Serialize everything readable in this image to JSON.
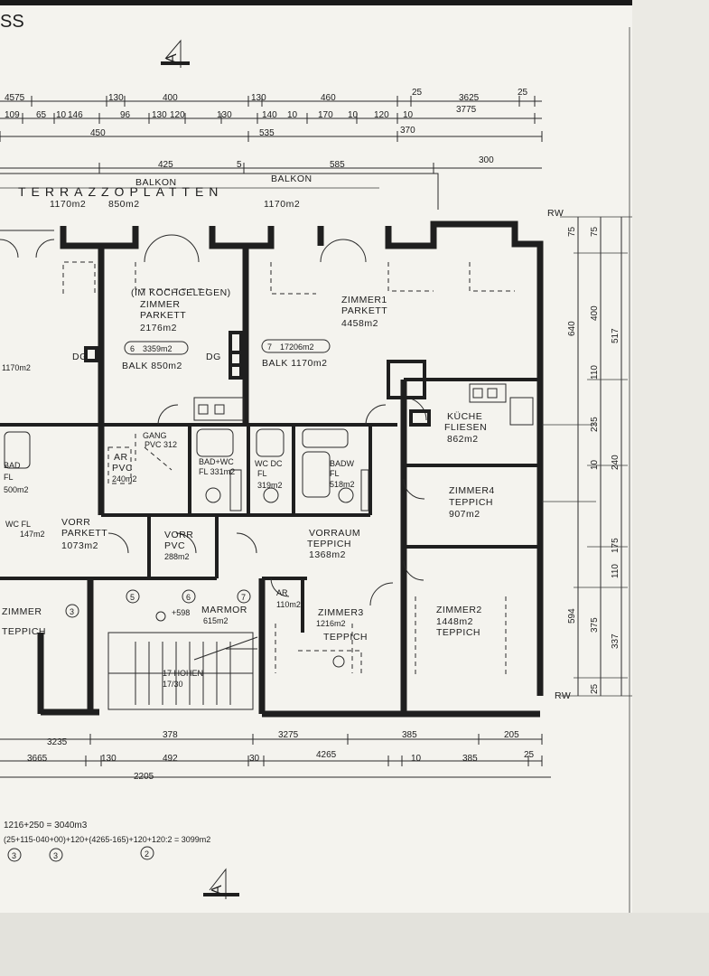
{
  "header": {
    "corner_text": "SS"
  },
  "rooms": {
    "balkon_left": "BALKON",
    "balkon_right": "BALKON",
    "terrazzo": "TERRAZZOPLATTEN",
    "terr_area1": "1170m2",
    "terr_area2": "850m2",
    "terr_area3": "1170m2",
    "kochgelegen": "(IM KOCHGELEGEN)",
    "zimmer_parkett_label": "ZIMMER",
    "zimmer_parkett_floor": "PARKETT",
    "zimmer_parkett_area": "2176m2",
    "badge6": "6",
    "badge6_area": "3359m2",
    "balk850": "BALK 850m2",
    "zimmer1": "ZIMMER1",
    "zimmer1_floor": "PARKETT",
    "zimmer1_area": "4458m2",
    "badge7": "7",
    "badge7_area": "17206m2",
    "balk1170": "BALK 1170m2",
    "kueche": "KÜCHE",
    "kueche_floor": "FLIESEN",
    "kueche_area": "862m2",
    "zimmer4": "ZIMMER4",
    "zimmer4_floor": "TEPPICH",
    "zimmer4_area": "907m2",
    "gang": "GANG",
    "gang_area": "PVC 312",
    "ar_pvc": "AR",
    "ar_pvc2": "PVC",
    "ar_pvc_area": "240m2",
    "bad_wc": "BAD+WC",
    "bad_wc_area": "FL 331m2",
    "wc_dc": "WC DC",
    "wc_dc_fl": "FL",
    "wc_dc_area": "319m2",
    "badw": "BADW",
    "badw_fl": "FL",
    "badw_area": "518m2",
    "vorraum": "VORRAUM",
    "vorraum_floor": "TEPPICH",
    "vorraum_area": "1368m2",
    "vorr_pvc": "VORR",
    "vorr_pvc_floor": "PVC",
    "vorr_pvc_area": "288m2",
    "vorr_left": "VORR",
    "vorr_left_floor": "PARKETT",
    "vorr_left_area": "1073m2",
    "marmor": "MARMOR",
    "marmor_area": "615m2",
    "marmor_level": "+598",
    "ar_small": "AR",
    "ar_small_area": "110m2",
    "zimmer3": "ZIMMER3",
    "zimmer3_area": "1216m2",
    "zimmer3_floor": "TEPPICH",
    "zimmer2": "ZIMMER2",
    "zimmer2_area": "1448m2",
    "zimmer2_floor": "TEPPICH",
    "stairs": "17 HOHEN",
    "stairs2": "17/30",
    "dg1": "DG",
    "dg2": "DG",
    "rw_top": "RW",
    "rw_bottom": "RW",
    "bad_left": "BAD",
    "bad_left_fl": "FL",
    "bad_left_area": "500m2",
    "wc_left": "WC FL",
    "wc_left_area": "147m2",
    "left_area": "1170m2",
    "zimmer_left": "ZIMMER",
    "teppich_left": "TEPPICH",
    "circle5": "5",
    "circle6": "6",
    "circle7": "7",
    "circle3": "3"
  },
  "dims": {
    "top_row1": [
      "4575",
      "130",
      "400",
      "130",
      "460",
      "25",
      "3625",
      "25"
    ],
    "top_row2": [
      "109",
      "65",
      "10",
      "146",
      "96",
      "130",
      "120",
      "130",
      "140",
      "10",
      "170",
      "10",
      "120",
      "10",
      "3775"
    ],
    "top_row3": [
      "450",
      "535",
      "370"
    ],
    "top_row4": [
      "425",
      "5",
      "585",
      "300"
    ],
    "bottom_row1": [
      "3235",
      "378",
      "3275",
      "385",
      "205"
    ],
    "bottom_row2": [
      "3665",
      "130",
      "492",
      "30",
      "4265",
      "10",
      "385",
      "25"
    ],
    "bottom_total": "2205",
    "right_outer": [
      "75",
      "640",
      "594"
    ],
    "right_inner": [
      "75",
      "400",
      "517",
      "110",
      "235",
      "240",
      "10",
      "175",
      "110",
      "375",
      "337",
      "25"
    ]
  },
  "formula": {
    "line1": "1216+250 = 3040m3",
    "line2": "(25+115-040+00)+120+(4265-165)+120+120:2 = 3099m2",
    "circ_a": "3",
    "circ_b": "3",
    "circ_c": "2"
  },
  "markers": {
    "section_top": "A",
    "section_bottom": "A"
  }
}
